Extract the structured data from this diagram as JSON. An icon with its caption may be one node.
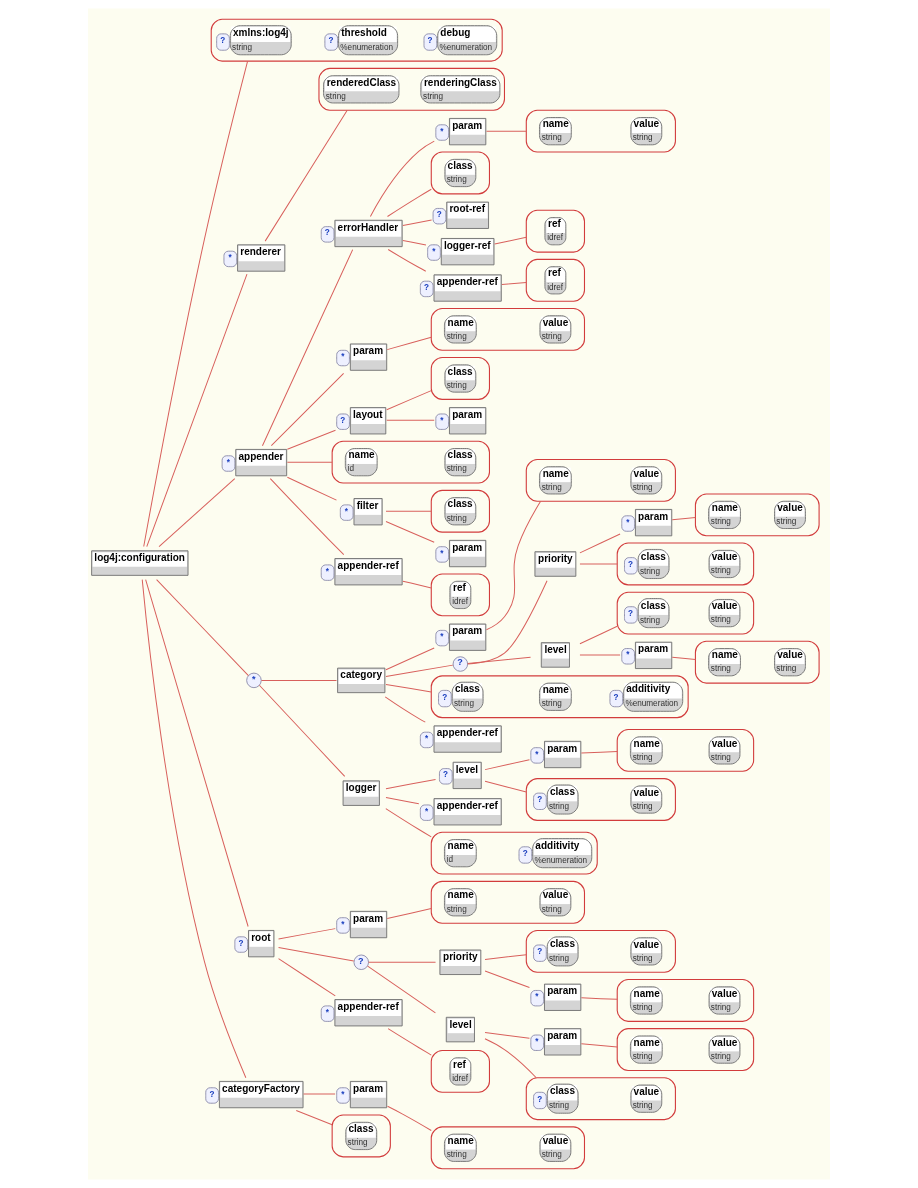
{
  "diagram": {
    "nodes": [
      {
        "text": [
          "log4j:configuration"
        ]
      },
      {
        "text": [],
        "shape": "box"
      },
      {
        "text": [
          "xmlns:log4j",
          "string"
        ],
        "in": 1,
        "beside": [
          "?"
        ]
      },
      {
        "text": [
          "threshold",
          "%enumeration"
        ],
        "in": 1,
        "beside": [
          "?"
        ]
      },
      {
        "text": [
          "debug",
          "%enumeration"
        ],
        "in": 1,
        "beside": [
          "?"
        ]
      },
      {
        "text": [
          "renderer"
        ],
        "beside": [
          "*"
        ]
      },
      {
        "text": [],
        "shape": "box"
      },
      {
        "text": [
          "renderedClass",
          "string"
        ],
        "in": 6
      },
      {
        "text": [
          "renderingClass",
          "string"
        ],
        "in": 6
      },
      {
        "text": [
          "appender"
        ],
        "beside": [
          "*"
        ]
      },
      {
        "text": [],
        "shape": "box"
      },
      {
        "text": [
          "name",
          "id"
        ],
        "in": 10
      },
      {
        "text": [
          "class",
          "string"
        ],
        "in": 10
      },
      {
        "text": [
          "errorHandler"
        ],
        "beside": [
          "?"
        ]
      },
      {
        "text": [],
        "shape": "box"
      },
      {
        "text": [
          "class",
          "string"
        ],
        "in": 14
      },
      {
        "text": [
          "param"
        ],
        "beside": [
          "*"
        ]
      },
      {
        "text": [],
        "shape": "box"
      },
      {
        "text": [
          "name",
          "string"
        ],
        "in": 17
      },
      {
        "text": [
          "value",
          "string"
        ],
        "in": 17
      },
      {
        "text": [
          "root-ref"
        ],
        "beside": [
          "?"
        ]
      },
      {
        "text": [
          "logger-ref"
        ],
        "beside": [
          "*"
        ]
      },
      {
        "text": [],
        "shape": "box"
      },
      {
        "text": [
          "ref",
          "idref"
        ],
        "in": 22
      },
      {
        "text": [
          "appender-ref"
        ],
        "beside": [
          "?"
        ]
      },
      {
        "text": [],
        "shape": "box"
      },
      {
        "text": [
          "ref",
          "idref"
        ],
        "in": 25
      },
      {
        "text": [
          "param"
        ],
        "beside": [
          "*"
        ]
      },
      {
        "text": [],
        "shape": "box"
      },
      {
        "text": [
          "name",
          "string"
        ],
        "in": 28
      },
      {
        "text": [
          "value",
          "string"
        ],
        "in": 28
      },
      {
        "text": [
          "layout"
        ],
        "beside": [
          "?"
        ]
      },
      {
        "text": [],
        "shape": "box"
      },
      {
        "text": [
          "class",
          "string"
        ],
        "in": 32
      },
      {
        "text": [
          "param"
        ],
        "beside": [
          "*"
        ]
      },
      {
        "text": [
          "filter"
        ],
        "beside": [
          "*"
        ]
      },
      {
        "text": [],
        "shape": "box"
      },
      {
        "text": [
          "class",
          "string"
        ],
        "in": 36
      },
      {
        "text": [
          "param"
        ],
        "beside": [
          "*"
        ]
      },
      {
        "text": [
          "appender-ref"
        ],
        "beside": [
          "*"
        ]
      },
      {
        "text": [],
        "shape": "box"
      },
      {
        "text": [
          "ref",
          "idref"
        ],
        "in": 40
      },
      {
        "text": [
          "*"
        ]
      },
      {
        "text": [
          "category"
        ]
      },
      {
        "text": [],
        "shape": "box"
      },
      {
        "text": [
          "class",
          "string"
        ],
        "in": 44,
        "beside": [
          "?"
        ]
      },
      {
        "text": [
          "name",
          "string"
        ],
        "in": 44
      },
      {
        "text": [
          "additivity",
          "%enumeration"
        ],
        "in": 44,
        "beside": [
          "?"
        ]
      },
      {
        "text": [
          "param"
        ],
        "beside": [
          "*"
        ]
      },
      {
        "text": [],
        "shape": "box"
      },
      {
        "text": [
          "name",
          "string"
        ],
        "in": 49
      },
      {
        "text": [
          "value",
          "string"
        ],
        "in": 49
      },
      {
        "text": [
          "?"
        ]
      },
      {
        "text": [
          "priority"
        ]
      },
      {
        "text": [],
        "shape": "box"
      },
      {
        "text": [
          "class",
          "string"
        ],
        "in": 54,
        "beside": [
          "?"
        ]
      },
      {
        "text": [
          "value",
          "string"
        ],
        "in": 54
      },
      {
        "text": [
          "param"
        ],
        "beside": [
          "*"
        ]
      },
      {
        "text": [],
        "shape": "box"
      },
      {
        "text": [
          "name",
          "string"
        ],
        "in": 58
      },
      {
        "text": [
          "value",
          "string"
        ],
        "in": 58
      },
      {
        "text": [
          "level"
        ]
      },
      {
        "text": [],
        "shape": "box"
      },
      {
        "text": [
          "class",
          "string"
        ],
        "in": 62,
        "beside": [
          "?"
        ]
      },
      {
        "text": [
          "value",
          "string"
        ],
        "in": 62
      },
      {
        "text": [
          "param"
        ],
        "beside": [
          "*"
        ]
      },
      {
        "text": [],
        "shape": "box"
      },
      {
        "text": [
          "name",
          "string"
        ],
        "in": 66
      },
      {
        "text": [
          "value",
          "string"
        ],
        "in": 66
      },
      {
        "text": [
          "appender-ref"
        ],
        "beside": [
          "*"
        ]
      },
      {
        "text": [
          "logger"
        ]
      },
      {
        "text": [],
        "shape": "box"
      },
      {
        "text": [
          "name",
          "id"
        ],
        "in": 71
      },
      {
        "text": [
          "additivity",
          "%enumeration"
        ],
        "in": 71,
        "beside": [
          "?"
        ]
      },
      {
        "text": [
          "level"
        ],
        "beside": [
          "?"
        ]
      },
      {
        "text": [],
        "shape": "box"
      },
      {
        "text": [
          "class",
          "string"
        ],
        "in": 75,
        "beside": [
          "?"
        ]
      },
      {
        "text": [
          "value",
          "string"
        ],
        "in": 75
      },
      {
        "text": [
          "param"
        ],
        "beside": [
          "*"
        ]
      },
      {
        "text": [],
        "shape": "box"
      },
      {
        "text": [
          "name",
          "string"
        ],
        "in": 79
      },
      {
        "text": [
          "value",
          "string"
        ],
        "in": 79
      },
      {
        "text": [
          "appender-ref"
        ],
        "beside": [
          "*"
        ]
      },
      {
        "text": [
          "root"
        ],
        "beside": [
          "?"
        ]
      },
      {
        "text": [
          "param"
        ],
        "beside": [
          "*"
        ]
      },
      {
        "text": [],
        "shape": "box"
      },
      {
        "text": [
          "name",
          "string"
        ],
        "in": 85
      },
      {
        "text": [
          "value",
          "string"
        ],
        "in": 85
      },
      {
        "text": [
          "?"
        ]
      },
      {
        "text": [
          "priority"
        ]
      },
      {
        "text": [],
        "shape": "box"
      },
      {
        "text": [
          "class",
          "string"
        ],
        "in": 90,
        "beside": [
          "?"
        ]
      },
      {
        "text": [
          "value",
          "string"
        ],
        "in": 90
      },
      {
        "text": [
          "param"
        ],
        "beside": [
          "*"
        ]
      },
      {
        "text": [],
        "shape": "box"
      },
      {
        "text": [
          "name",
          "string"
        ],
        "in": 94
      },
      {
        "text": [
          "value",
          "string"
        ],
        "in": 94
      },
      {
        "text": [
          "level"
        ]
      },
      {
        "text": [],
        "shape": "box"
      },
      {
        "text": [
          "class",
          "string"
        ],
        "in": 98,
        "beside": [
          "?"
        ]
      },
      {
        "text": [
          "value",
          "string"
        ],
        "in": 98
      },
      {
        "text": [
          "param"
        ],
        "beside": [
          "*"
        ]
      },
      {
        "text": [],
        "shape": "box"
      },
      {
        "text": [
          "name",
          "string"
        ],
        "in": 102
      },
      {
        "text": [
          "value",
          "string"
        ],
        "in": 102
      },
      {
        "text": [
          "appender-ref"
        ],
        "beside": [
          "*"
        ]
      },
      {
        "text": [],
        "shape": "box"
      },
      {
        "text": [
          "ref",
          "idref"
        ],
        "in": 106
      },
      {
        "text": [
          "categoryFactory"
        ],
        "beside": [
          "?"
        ]
      },
      {
        "text": [],
        "shape": "box"
      },
      {
        "text": [
          "class",
          "string"
        ],
        "in": 109
      },
      {
        "text": [
          "param"
        ],
        "beside": [
          "*"
        ]
      },
      {
        "text": [],
        "shape": "box"
      },
      {
        "text": [
          "name",
          "string"
        ],
        "in": 112
      },
      {
        "text": [
          "value",
          "string"
        ],
        "in": 112
      }
    ],
    "edges": [
      {
        "from": 0,
        "to": 1,
        "arrow": "none"
      },
      {
        "from": 0,
        "to": 5,
        "arrow": "none"
      },
      {
        "from": 5,
        "to": 6,
        "arrow": "none"
      },
      {
        "from": 0,
        "to": 9,
        "arrow": "none"
      },
      {
        "from": 9,
        "to": 10,
        "arrow": "none"
      },
      {
        "from": 9,
        "to": 13,
        "arrow": "none"
      },
      {
        "from": 13,
        "to": 14,
        "arrow": "none"
      },
      {
        "from": 13,
        "to": 16,
        "arrow": "none"
      },
      {
        "from": 16,
        "to": 17,
        "arrow": "none"
      },
      {
        "from": 13,
        "to": 20,
        "arrow": "none"
      },
      {
        "from": 13,
        "to": 21,
        "arrow": "none"
      },
      {
        "from": 21,
        "to": 22,
        "arrow": "none"
      },
      {
        "from": 13,
        "to": 24,
        "arrow": "none"
      },
      {
        "from": 24,
        "to": 25,
        "arrow": "none"
      },
      {
        "from": 9,
        "to": 27,
        "arrow": "none"
      },
      {
        "from": 27,
        "to": 28,
        "arrow": "none"
      },
      {
        "from": 9,
        "to": 31,
        "arrow": "none"
      },
      {
        "from": 31,
        "to": 32,
        "arrow": "none"
      },
      {
        "from": 31,
        "to": 34,
        "arrow": "none"
      },
      {
        "from": 9,
        "to": 35,
        "arrow": "none"
      },
      {
        "from": 35,
        "to": 36,
        "arrow": "none"
      },
      {
        "from": 35,
        "to": 38,
        "arrow": "none"
      },
      {
        "from": 9,
        "to": 39,
        "arrow": "none"
      },
      {
        "from": 39,
        "to": 40,
        "arrow": "none"
      },
      {
        "from": 0,
        "to": 42,
        "arrow": "none"
      },
      {
        "from": 42,
        "to": 43,
        "arrow": "none"
      },
      {
        "from": 43,
        "to": 44,
        "arrow": "none"
      },
      {
        "from": 43,
        "to": 48,
        "arrow": "none"
      },
      {
        "from": 48,
        "to": 49,
        "arrow": "none"
      },
      {
        "from": 43,
        "to": 52,
        "arrow": "none"
      },
      {
        "from": 52,
        "to": 53,
        "arrow": "none"
      },
      {
        "from": 53,
        "to": 54,
        "arrow": "none"
      },
      {
        "from": 53,
        "to": 57,
        "arrow": "none"
      },
      {
        "from": 57,
        "to": 58,
        "arrow": "none"
      },
      {
        "from": 52,
        "to": 61,
        "arrow": "none"
      },
      {
        "from": 61,
        "to": 62,
        "arrow": "none"
      },
      {
        "from": 61,
        "to": 65,
        "arrow": "none"
      },
      {
        "from": 65,
        "to": 66,
        "arrow": "none"
      },
      {
        "from": 43,
        "to": 69,
        "arrow": "none"
      },
      {
        "from": 42,
        "to": 70,
        "arrow": "none"
      },
      {
        "from": 70,
        "to": 71,
        "arrow": "none"
      },
      {
        "from": 70,
        "to": 74,
        "arrow": "none"
      },
      {
        "from": 74,
        "to": 75,
        "arrow": "none"
      },
      {
        "from": 74,
        "to": 78,
        "arrow": "none"
      },
      {
        "from": 78,
        "to": 79,
        "arrow": "none"
      },
      {
        "from": 70,
        "to": 82,
        "arrow": "none"
      },
      {
        "from": 0,
        "to": 83,
        "arrow": "none"
      },
      {
        "from": 83,
        "to": 84,
        "arrow": "none"
      },
      {
        "from": 84,
        "to": 85,
        "arrow": "none"
      },
      {
        "from": 83,
        "to": 88,
        "arrow": "none"
      },
      {
        "from": 88,
        "to": 89,
        "arrow": "none"
      },
      {
        "from": 89,
        "to": 90,
        "arrow": "none"
      },
      {
        "from": 89,
        "to": 93,
        "arrow": "none"
      },
      {
        "from": 93,
        "to": 94,
        "arrow": "none"
      },
      {
        "from": 88,
        "to": 97,
        "arrow": "none"
      },
      {
        "from": 97,
        "to": 98,
        "arrow": "none"
      },
      {
        "from": 97,
        "to": 101,
        "arrow": "none"
      },
      {
        "from": 101,
        "to": 102,
        "arrow": "none"
      },
      {
        "from": 83,
        "to": 105,
        "arrow": "none"
      },
      {
        "from": 105,
        "to": 106,
        "arrow": "none"
      },
      {
        "from": 0,
        "to": 108,
        "arrow": "none"
      },
      {
        "from": 108,
        "to": 109,
        "arrow": "none"
      },
      {
        "from": 108,
        "to": 111,
        "arrow": "none"
      },
      {
        "from": 111,
        "to": 112,
        "arrow": "none"
      }
    ]
  }
}
